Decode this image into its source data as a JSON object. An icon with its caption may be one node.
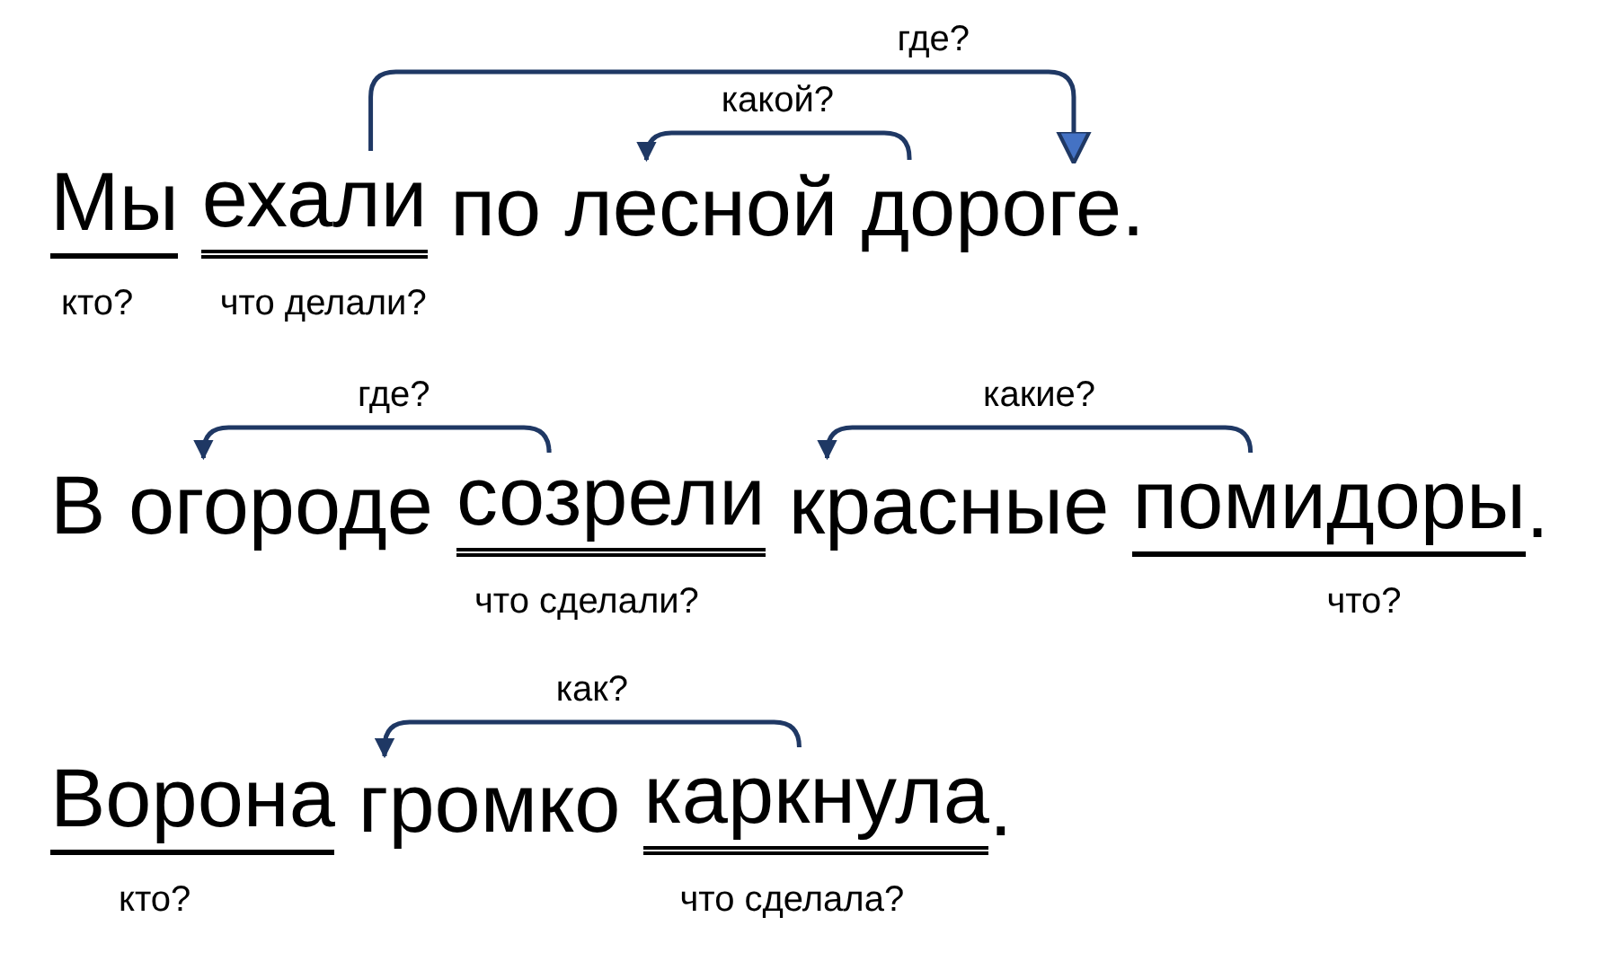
{
  "diagram": {
    "nodes": [
      {
        "text": [
          "Мы"
        ],
        "beside": [
          "кто?"
        ]
      },
      {
        "text": [
          "ехали"
        ],
        "beside": [
          "что делали?"
        ]
      },
      {
        "text": [
          "по"
        ]
      },
      {
        "text": [
          "лесной"
        ]
      },
      {
        "text": [
          "дороге."
        ]
      },
      {
        "text": [
          "В огороде"
        ]
      },
      {
        "text": [
          "созрели"
        ],
        "beside": [
          "что сделали?"
        ]
      },
      {
        "text": [
          "красные"
        ]
      },
      {
        "text": [
          "помидоры"
        ],
        "beside": [
          "что?"
        ]
      },
      {
        "text": [
          "Ворона"
        ],
        "beside": [
          "кто?"
        ]
      },
      {
        "text": [
          "громко"
        ]
      },
      {
        "text": [
          "каркнула"
        ],
        "beside": [
          "что сделала?"
        ]
      }
    ],
    "edges": [
      {
        "from": 1,
        "to": 4,
        "arrow": "to",
        "label": "где?"
      },
      {
        "from": 4,
        "to": 3,
        "arrow": "to",
        "label": "какой?"
      },
      {
        "from": 6,
        "to": 5,
        "arrow": "to",
        "label": "где?"
      },
      {
        "from": 8,
        "to": 7,
        "arrow": "to",
        "label": "какие?"
      },
      {
        "from": 11,
        "to": 10,
        "arrow": "to",
        "label": "как?"
      }
    ],
    "labels": [
      ".",
      "."
    ]
  }
}
